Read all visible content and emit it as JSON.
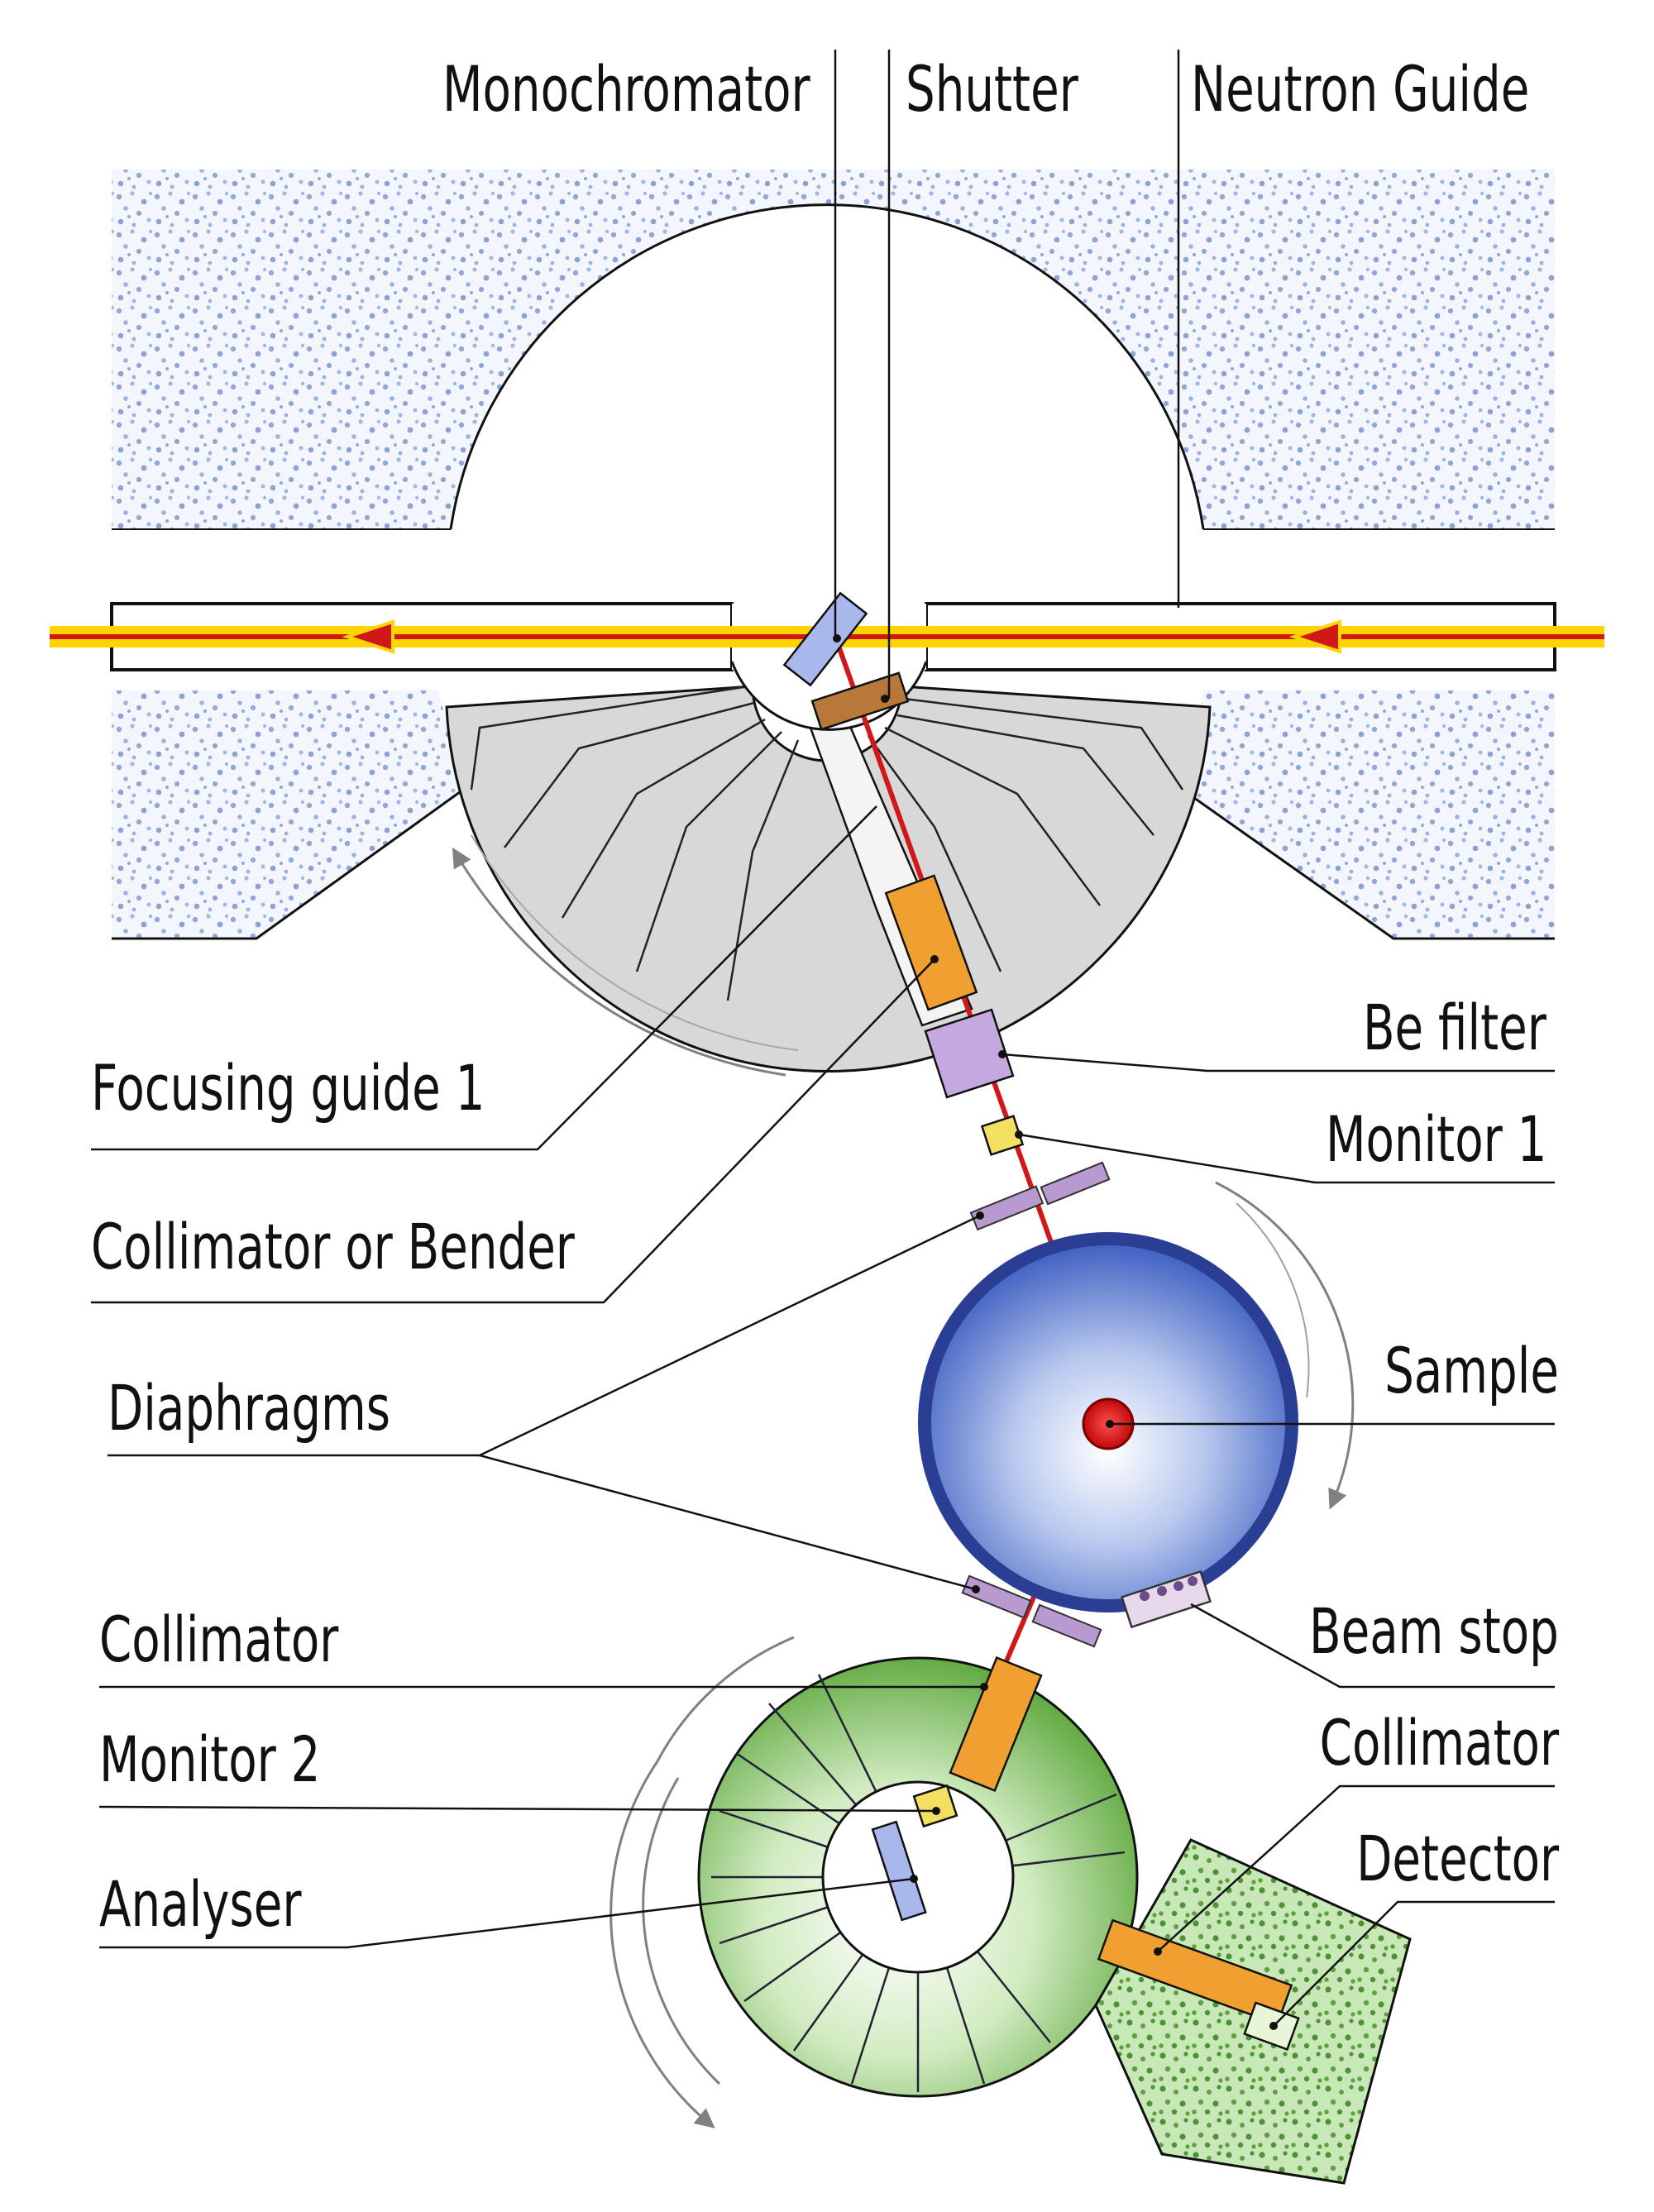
{
  "labels": {
    "monochromator": "Monochromator",
    "shutter": "Shutter",
    "neutron_guide": "Neutron Guide",
    "focusing_guide_1": "Focusing guide 1",
    "collimator_or_bender": "Collimator or Bender",
    "diaphragms": "Diaphragms",
    "collimator_sample": "Collimator",
    "monitor_2": "Monitor 2",
    "analyser": "Analyser",
    "be_filter": "Be filter",
    "monitor_1": "Monitor 1",
    "sample": "Sample",
    "beam_stop": "Beam stop",
    "collimator_detector": "Collimator",
    "detector": "Detector"
  },
  "colors": {
    "shielding_dots": "#8fa8d8",
    "neutron_beam": "#d01818",
    "beam_glow": "#ffd400",
    "drum_gray": "#d8d8d8",
    "sample_table": "#4060b8",
    "analyser_drum": "#78b858",
    "detector_shield": "#5fa040",
    "collimator_orange": "#f0a030",
    "be_filter_purple": "#b89ad0",
    "monitor_yellow": "#f4e060"
  }
}
